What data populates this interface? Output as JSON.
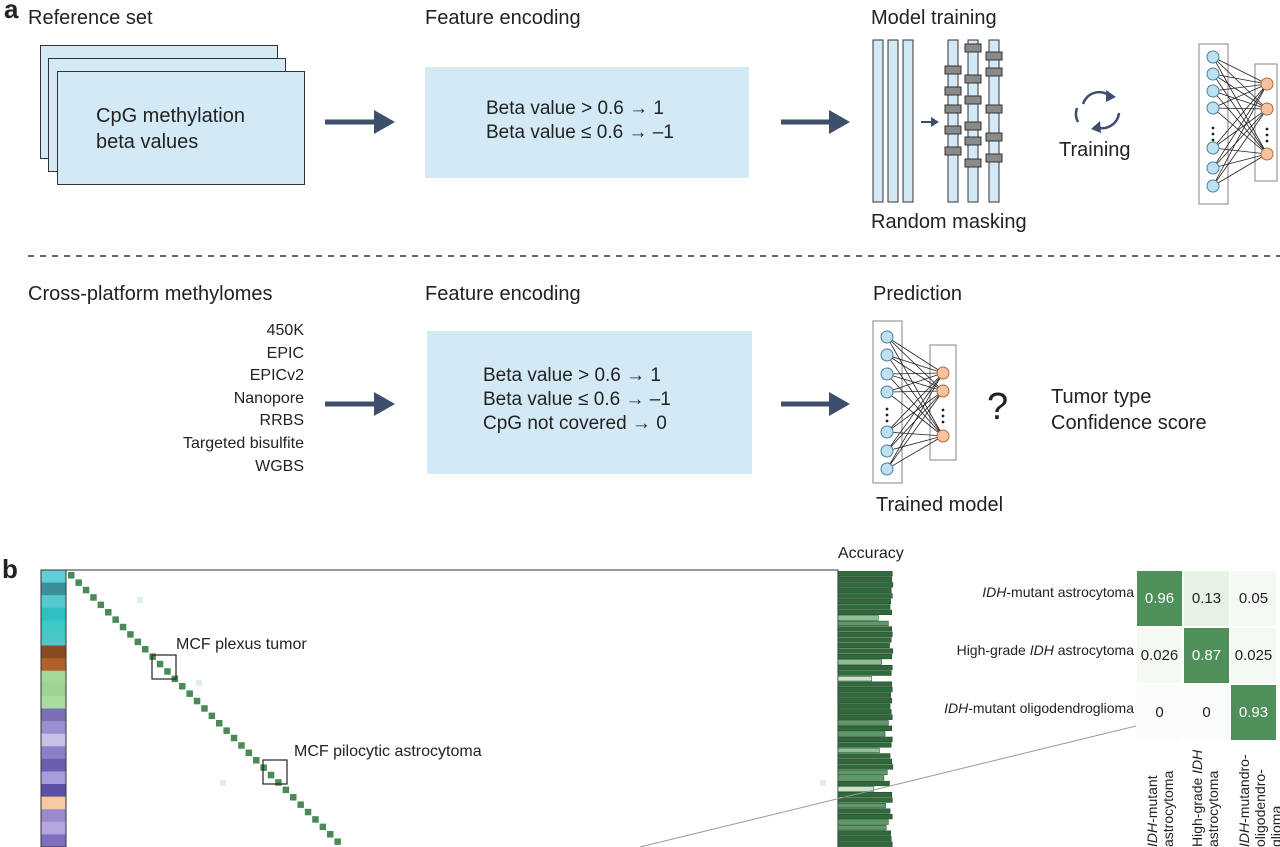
{
  "panel_a": {
    "letter": "a",
    "training_row": {
      "reference_heading": "Reference set",
      "reference_card_line1": "CpG methylation",
      "reference_card_line2": "beta values",
      "encoding_heading": "Feature encoding",
      "encoding_line1": "Beta value > 0.6 → 1",
      "encoding_line2": "Beta value ≤ 0.6 → –1",
      "model_heading": "Model training",
      "masking_label": "Random masking",
      "training_label": "Training"
    },
    "prediction_row": {
      "platforms_heading": "Cross-platform methylomes",
      "platforms": [
        "450K",
        "EPIC",
        "EPICv2",
        "Nanopore",
        "RRBS",
        "Targeted bisulfite",
        "WGBS"
      ],
      "encoding_heading": "Feature encoding",
      "encoding_line1": "Beta value > 0.6 → 1",
      "encoding_line2": "Beta value ≤ 0.6 → –1",
      "encoding_line3": "CpG not covered → 0",
      "prediction_heading": "Prediction",
      "question_mark": "?",
      "output_line1": "Tumor type",
      "output_line2": "Confidence score",
      "trained_label": "Trained model"
    }
  },
  "panel_b": {
    "letter": "b",
    "accuracy_label": "Accuracy",
    "callout_1": "MCF plexus tumor",
    "callout_2": "MCF pilocytic astrocytoma",
    "class_colors": [
      "#5ecfd6",
      "#3b8f97",
      "#55c9cf",
      "#2fc0c2",
      "#3ec8c8",
      "#4cc6c6",
      "#8a4a22",
      "#b0602c",
      "#a4d898",
      "#9ed392",
      "#aadb9f",
      "#7c6fb8",
      "#9a8fd0",
      "#c9c0e6",
      "#8b7fc7",
      "#6b5eb0",
      "#a79ddb",
      "#5b4fa4",
      "#f7c9a0",
      "#9b89d0",
      "#b6a6e0",
      "#7f6fc0"
    ],
    "accuracy_bars": [
      0.97,
      0.96,
      0.98,
      0.95,
      0.97,
      0.94,
      0.93,
      0.96,
      0.72,
      0.9,
      0.96,
      0.97,
      0.95,
      0.92,
      0.98,
      0.96,
      0.78,
      0.97,
      0.95,
      0.6,
      0.96,
      0.97,
      0.94,
      0.96,
      0.93,
      0.95,
      0.97,
      0.9,
      0.96,
      0.84,
      0.97,
      0.95,
      0.74,
      0.93,
      0.96,
      0.98,
      0.88,
      0.82,
      0.92,
      0.64,
      0.96,
      0.97,
      0.85,
      0.93,
      0.97,
      0.9,
      0.86,
      0.94,
      0.95,
      0.97
    ],
    "confusion": {
      "rows": [
        "IDH-mutant astrocytoma",
        "High-grade IDH astrocytoma",
        "IDH-mutant oligodendroglioma"
      ],
      "row_labels": [
        {
          "it": "IDH",
          "rest": "-mutant astrocytoma"
        },
        {
          "pre": "High-grade ",
          "it": "IDH",
          "rest": " astrocytoma"
        },
        {
          "it": "IDH",
          "rest": "-mutant oligodendroglioma"
        }
      ],
      "col_labels": [
        {
          "line1_it": "IDH",
          "line1_rest": "-mutant",
          "line2": "astrocytoma"
        },
        {
          "line1_pre": "High-grade ",
          "line1_it": "IDH",
          "line2": "astrocytoma"
        },
        {
          "line1_it": "IDH",
          "line1_rest": "-mutandro-",
          "line2": "oligodendro-",
          "line3": "glioma"
        }
      ],
      "values": [
        [
          "0.96",
          "0.13",
          "0.05"
        ],
        [
          "0.026",
          "0.87",
          "0.025"
        ],
        [
          "0",
          "0",
          "0.93"
        ]
      ],
      "numeric": [
        [
          0.96,
          0.13,
          0.05
        ],
        [
          0.026,
          0.87,
          0.025
        ],
        [
          0,
          0,
          0.93
        ]
      ]
    }
  }
}
